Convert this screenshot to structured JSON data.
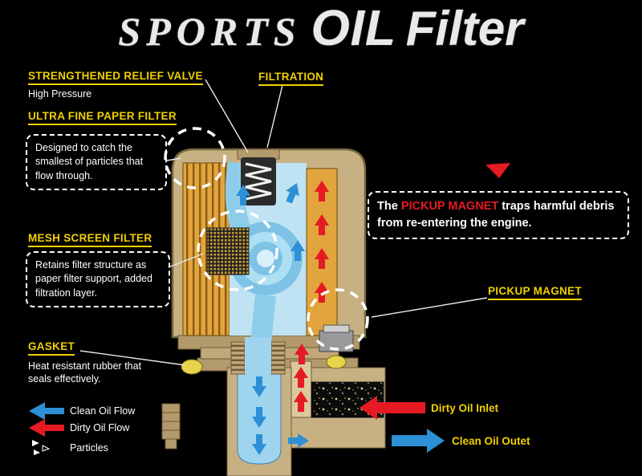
{
  "title": {
    "word1": "SPORTS",
    "word2": "OIL",
    "word3": "Filter"
  },
  "callouts": {
    "relief_valve": {
      "heading": "STRENGTHENED RELIEF VALVE",
      "subheading": "High Pressure"
    },
    "paper_filter": {
      "heading": "ULTRA FINE PAPER FILTER",
      "note": "Designed to catch the smallest of particles that flow through."
    },
    "filtration": {
      "heading": "FILTRATION"
    },
    "mesh_filter": {
      "heading": "MESH SCREEN FILTER",
      "note": "Retains filter structure as paper filter support, added filtration layer."
    },
    "gasket": {
      "heading": "GASKET",
      "note": "Heat resistant rubber that seals effectively."
    },
    "pickup_magnet": {
      "heading": "PICKUP MAGNET",
      "note_prefix": "The ",
      "note_highlight": "PICKUP MAGNET",
      "note_suffix": " traps harmful debris from re-entering the engine."
    }
  },
  "legend": {
    "clean_oil_flow": "Clean Oil Flow",
    "dirty_oil_flow": "Dirty Oil Flow",
    "particles": "Particles"
  },
  "flow_labels": {
    "dirty_inlet": "Dirty Oil Inlet",
    "clean_outlet": "Clean Oil Outet"
  },
  "colors": {
    "background": "#000000",
    "heading_yellow": "#f0d000",
    "clean_blue": "#2d8fd5",
    "light_blue": "#9fd4ee",
    "dirty_red": "#e51a23",
    "body_tan": "#c7b183",
    "filter_orange": "#e2a43c",
    "gasket_yellow": "#e8d44a",
    "note_text": "#ffffff"
  }
}
